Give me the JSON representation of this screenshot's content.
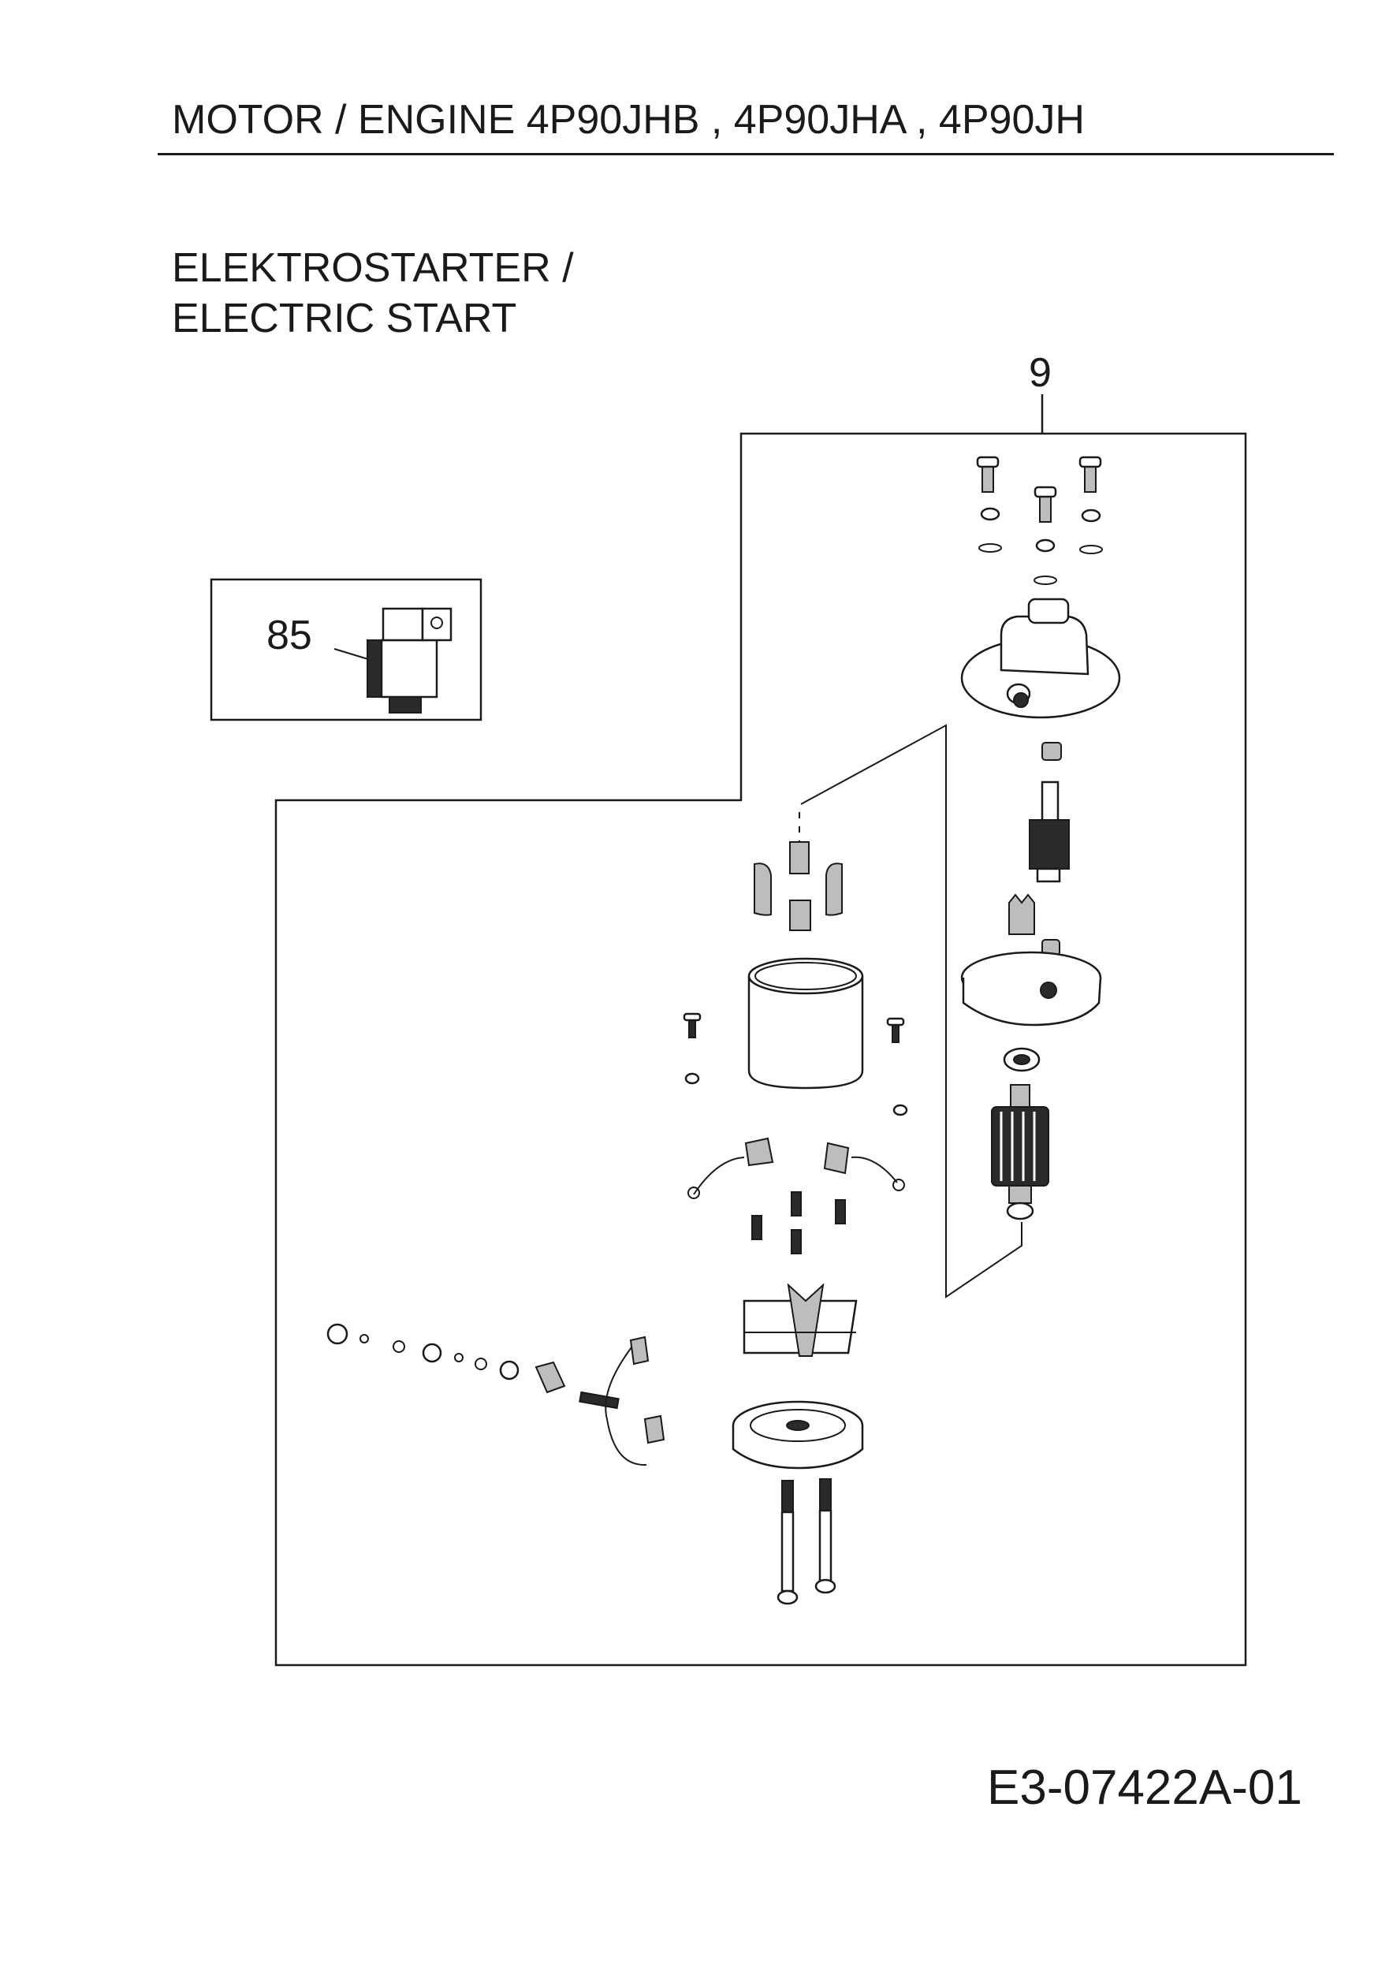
{
  "header": {
    "title": "MOTOR / ENGINE  4P90JHB , 4P90JHA , 4P90JH"
  },
  "section": {
    "title_line1": "ELEKTROSTARTER /",
    "title_line2": "ELECTRIC START"
  },
  "callouts": {
    "assembly": "9",
    "solenoid": "85"
  },
  "footer": {
    "diagram_code": "E3-07422A-01"
  }
}
